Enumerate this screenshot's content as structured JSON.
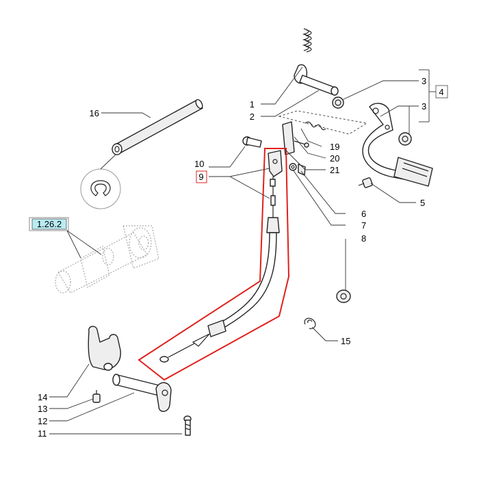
{
  "diagram": {
    "callouts": {
      "c1": "1",
      "c2": "2",
      "c3a": "3",
      "c3b": "3",
      "c4": "4",
      "c5": "5",
      "c6": "6",
      "c7": "7",
      "c8": "8",
      "c9": "9",
      "c10": "10",
      "c11": "11",
      "c12": "12",
      "c13": "13",
      "c14": "14",
      "c15": "15",
      "c16": "16",
      "c19": "19",
      "c20": "20",
      "c21": "21"
    },
    "reference": "1.26.2",
    "colors": {
      "highlight": "#e0201b",
      "reference_box": "#b9ecf3",
      "line": "#222222",
      "ghost": "#aaaaaa"
    }
  }
}
